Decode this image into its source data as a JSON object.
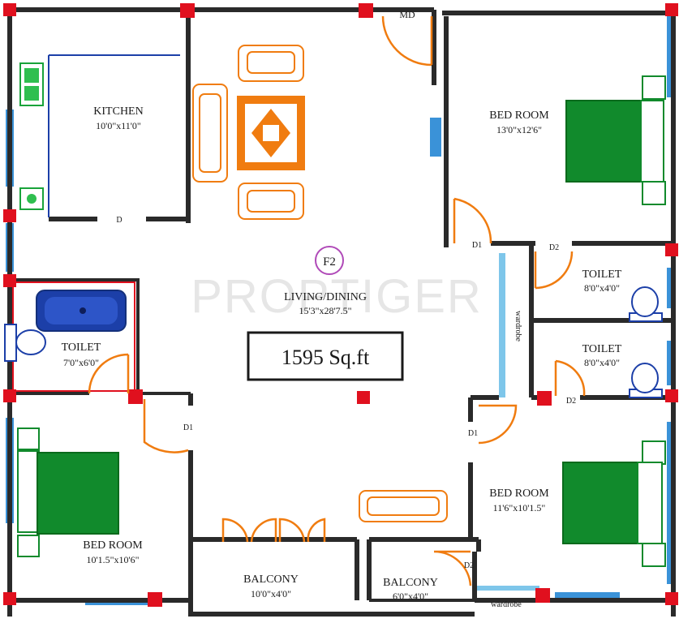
{
  "plan_label": "F2",
  "area_label": "1595 Sq.ft",
  "watermark": "PROPTIGER",
  "rooms": {
    "kitchen": {
      "name": "KITCHEN",
      "size": "10'0\"x11'0\""
    },
    "living": {
      "name": "LIVING/DINING",
      "size": "15'3\"x28'7.5\""
    },
    "bed_top_right": {
      "name": "BED ROOM",
      "size": "13'0\"x12'6\""
    },
    "toilet_left": {
      "name": "TOILET",
      "size": "7'0\"x6'0\""
    },
    "toilet_right_1": {
      "name": "TOILET",
      "size": "8'0\"x4'0\""
    },
    "toilet_right_2": {
      "name": "TOILET",
      "size": "8'0\"x4'0\""
    },
    "bed_bottom_left": {
      "name": "BED ROOM",
      "size": "10'1.5\"x10'6\""
    },
    "bed_bottom_right": {
      "name": "BED ROOM",
      "size": "11'6\"x10'1.5\""
    },
    "balcony_1": {
      "name": "BALCONY",
      "size": "10'0\"x4'0\""
    },
    "balcony_2": {
      "name": "BALCONY",
      "size": "6'0\"x4'0\""
    }
  },
  "door_tags": {
    "main_door": "MD",
    "d_kitchen": "D",
    "d_bed1": "D1",
    "d_toilet1": "D2",
    "d_bed_left": "D1",
    "d_toilet2": "D2",
    "d_bed_right": "D1",
    "d_balcony": "D2"
  },
  "labels": {
    "wardrobe_vertical": "wardrobe",
    "wardrobe_bottom": "wardrobe"
  },
  "colors": {
    "wall": "#2a2a2a",
    "column": "#e0101e",
    "furniture": "#f07c10",
    "bed": "#118a2c",
    "window": "#3a92d8",
    "plan_circle": "#b04ab8"
  }
}
